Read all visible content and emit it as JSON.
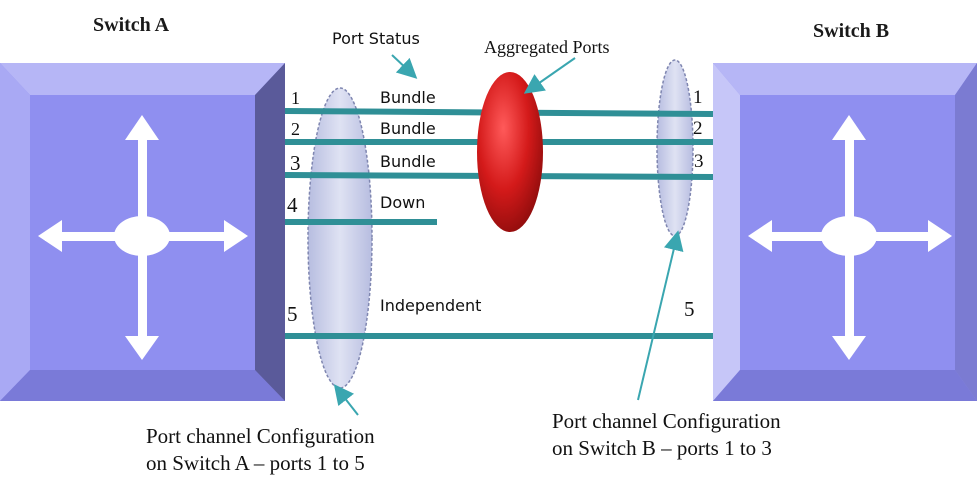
{
  "switch_a": {
    "title": "Switch A"
  },
  "switch_b": {
    "title": "Switch B"
  },
  "callouts": {
    "port_status": "Port Status",
    "aggregated_ports": "Aggregated Ports"
  },
  "ports_a": [
    {
      "number": "1",
      "status": "Bundle"
    },
    {
      "number": "2",
      "status": "Bundle"
    },
    {
      "number": "3",
      "status": "Bundle"
    },
    {
      "number": "4",
      "status": "Down"
    },
    {
      "number": "5",
      "status": "Independent"
    }
  ],
  "ports_b": [
    {
      "number": "1"
    },
    {
      "number": "2"
    },
    {
      "number": "3"
    },
    {
      "number": "5"
    }
  ],
  "captions": {
    "switch_a": {
      "line1": "Port channel Configuration",
      "line2": "on Switch A – ports 1 to 5"
    },
    "switch_b": {
      "line1": "Port channel Configuration",
      "line2": "on Switch B – ports 1 to 3"
    }
  },
  "colors": {
    "switch_face": "#8f8ff0",
    "switch_light": "#b6b6f6",
    "switch_dark": "#5a5a9a",
    "link": "#2f8f96",
    "aggregate": "#d41a1a",
    "channel_oval": "#c8cde8",
    "callout_arrow": "#3aa6b0"
  }
}
